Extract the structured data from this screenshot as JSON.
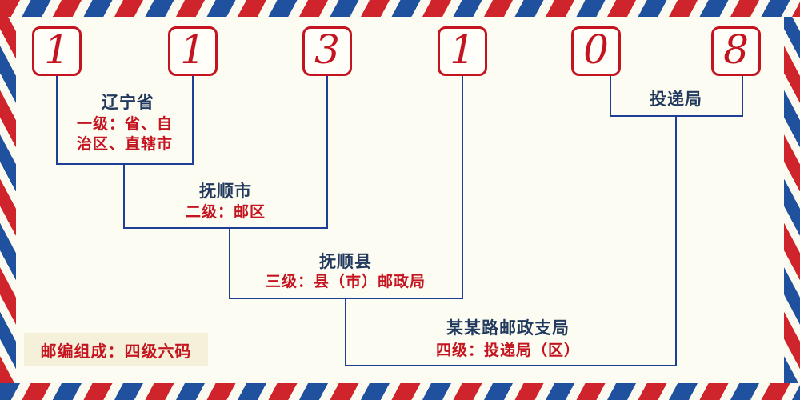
{
  "postal_code": {
    "digits": [
      "1",
      "1",
      "3",
      "1",
      "0",
      "8"
    ]
  },
  "levels": [
    {
      "name": "辽宁省",
      "desc_line1": "一级：省、自",
      "desc_line2": "治区、直辖市"
    },
    {
      "name": "抚顺市",
      "desc": "二级：邮区"
    },
    {
      "name": "抚顺县",
      "desc": "三级：县（市）邮政局"
    },
    {
      "name": "某某路邮政支局",
      "desc": "四级：投递局（区）"
    },
    {
      "name": "投递局"
    }
  ],
  "footer": {
    "composition": "邮编组成：四级六码"
  },
  "colors": {
    "digit_red": "#c41420",
    "desc_red": "#c41420",
    "line_blue": "#1d3f94",
    "label_navy": "#223a5e",
    "stripe_red": "#d0242c",
    "stripe_blue": "#20519f",
    "background": "#fdfcf2"
  }
}
